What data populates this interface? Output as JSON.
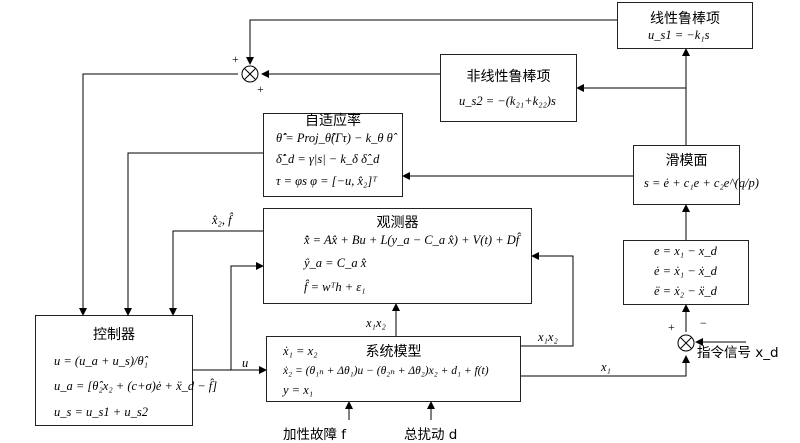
{
  "blocks": {
    "linear_robust": {
      "title": "线性鲁棒项",
      "eq": "u_s1 = −k₁s"
    },
    "nonlinear_robust": {
      "title": "非线性鲁棒项",
      "eq": "u_s2 = −(k₂₁+k₂₂)s"
    },
    "adaptive": {
      "title": "自适应率",
      "eq1": "θ̂̇ = Proj_θ̂(Γτ) − k_θ θ̂",
      "eq2": "δ̂̇_d = γ|s| − k_δ δ̂_d",
      "eq3": "τ = φs   φ = [−u, x̂₂]ᵀ"
    },
    "sliding": {
      "title": "滑模面",
      "eq": "s = ė + c₁e + c₂e^(q/p)"
    },
    "observer": {
      "title": "观测器",
      "eq1": "x̂̇ = Ax̂ + Bu + L(y_a − C_a x̂) + V(t) + Df̂",
      "eq2": "ŷ_a = C_a x̂",
      "eq3": "f̂ = wᵀh + ε₁"
    },
    "error": {
      "eq1": "e = x₁ − x_d",
      "eq2": "ė = ẋ₁ − ẋ_d",
      "eq3": "ë = ẋ₂ − ẍ_d"
    },
    "controller": {
      "title": "控制器",
      "eq1": "u = (u_a + u_s)/θ̂₁",
      "eq2": "u_a = [θ̂₂x₂ + (c+σ)ė + ẍ_d − f̂]",
      "eq3": "u_s = u_s1 + u_s2"
    },
    "system": {
      "title": "系统模型",
      "eq1": "ẋ₁ = x₂",
      "eq2": "ẋ₂ = (θ₁ₙ + Δθ₁)u − (θ₂ₙ + Δθ₂)x₂ + d₁ + f(t)",
      "eq3": "y = x₁"
    }
  },
  "signals": {
    "x2hat_fhat": "x̂₂, f̂",
    "u": "u",
    "x1x2_obs": "x₁x₂",
    "x1x2_right": "x₁x₂",
    "x1": "x₁",
    "additive_fault": "加性故障 f",
    "total_disturbance": "总扰动 d",
    "command": "指令信号 x_d",
    "sum_plus_left": "+",
    "sum_plus_bottom": "+",
    "err_plus": "+",
    "err_minus": "−"
  }
}
